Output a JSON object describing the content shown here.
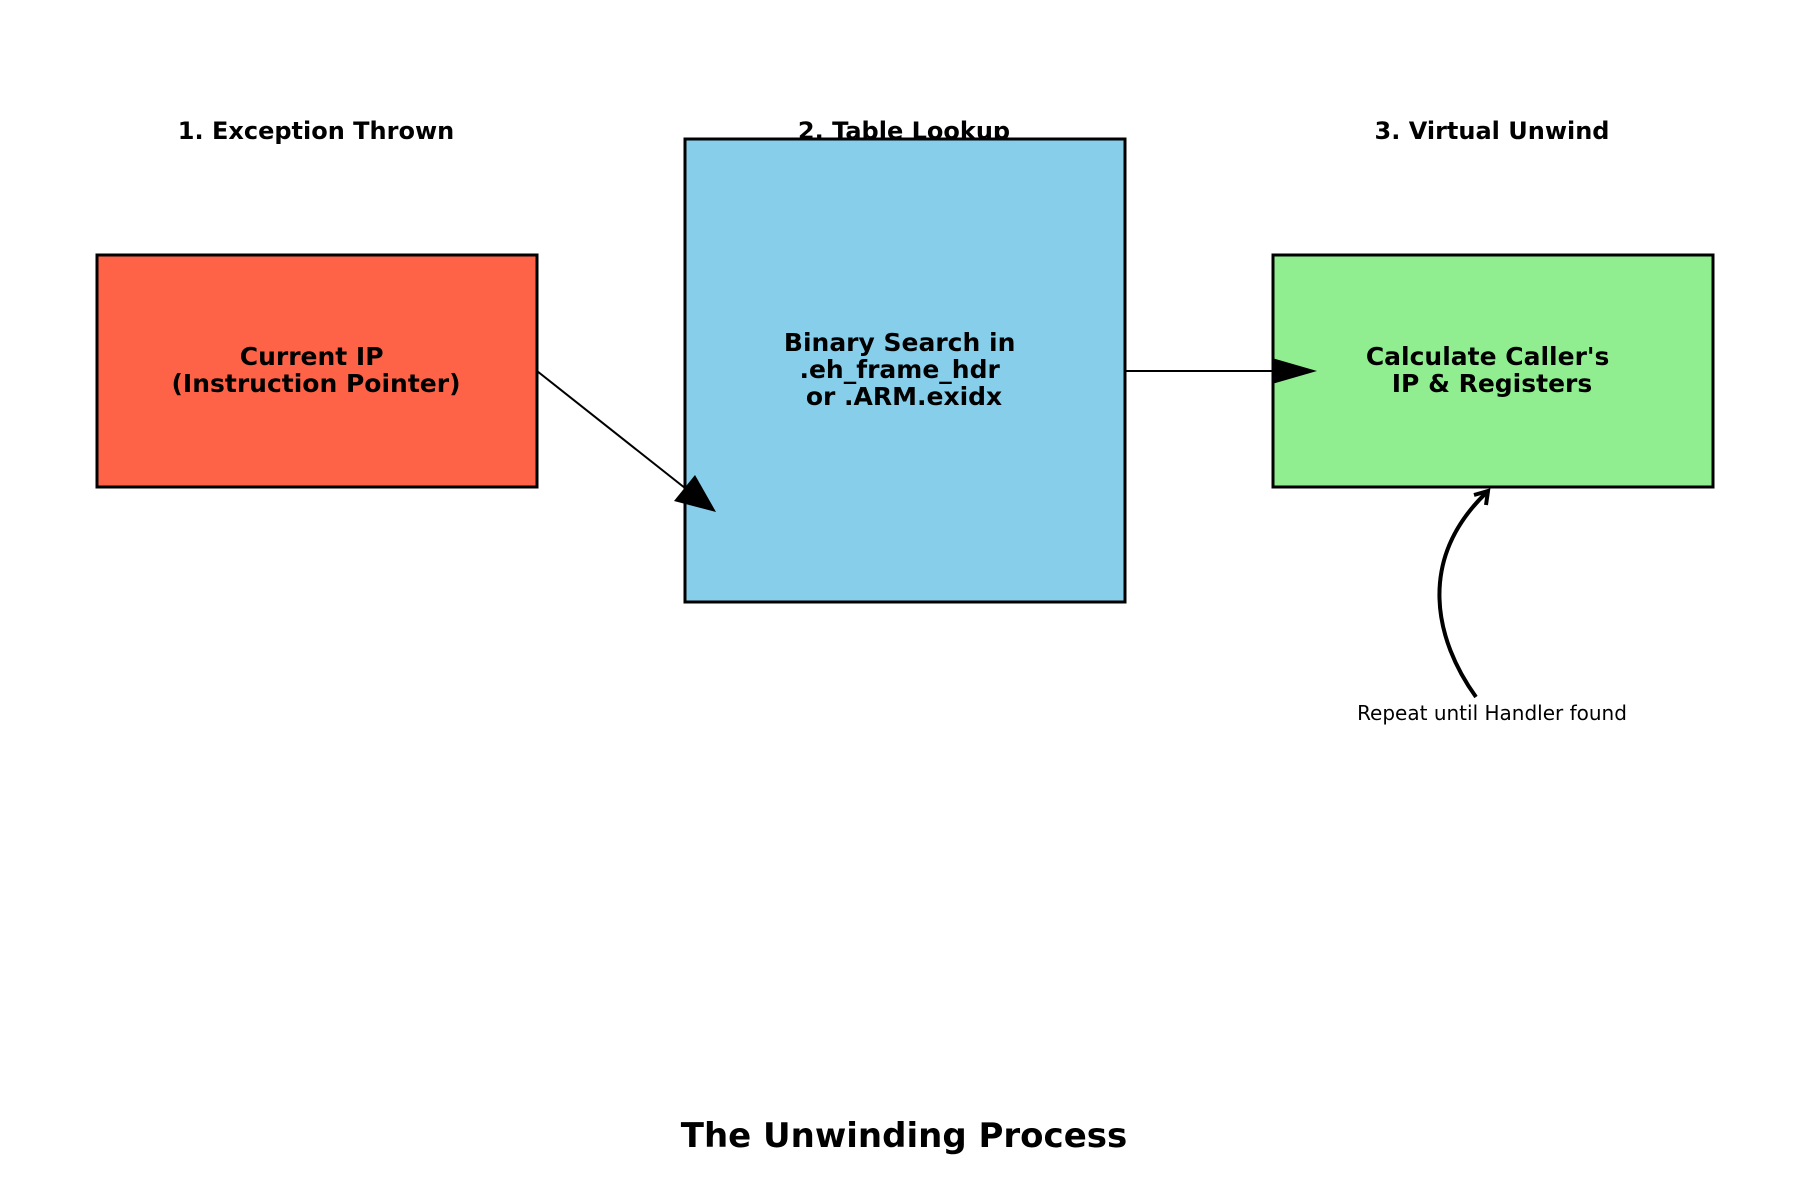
{
  "title": "The Unwinding Process",
  "steps": [
    {
      "heading": "1. Exception Thrown",
      "box_lines": [
        "Current IP",
        "(Instruction Pointer)"
      ],
      "color": "#FF6347"
    },
    {
      "heading": "2. Table Lookup",
      "box_lines": [
        "Binary Search in",
        ".eh_frame_hdr",
        "or .ARM.exidx"
      ],
      "color": "#87CEEB"
    },
    {
      "heading": "3. Virtual Unwind",
      "box_lines": [
        "Calculate Caller's",
        "IP & Registers"
      ],
      "color": "#90EE90"
    }
  ],
  "loop_annotation": "Repeat until Handler found",
  "colors": {
    "stroke": "#000000",
    "background": "#FFFFFF"
  }
}
